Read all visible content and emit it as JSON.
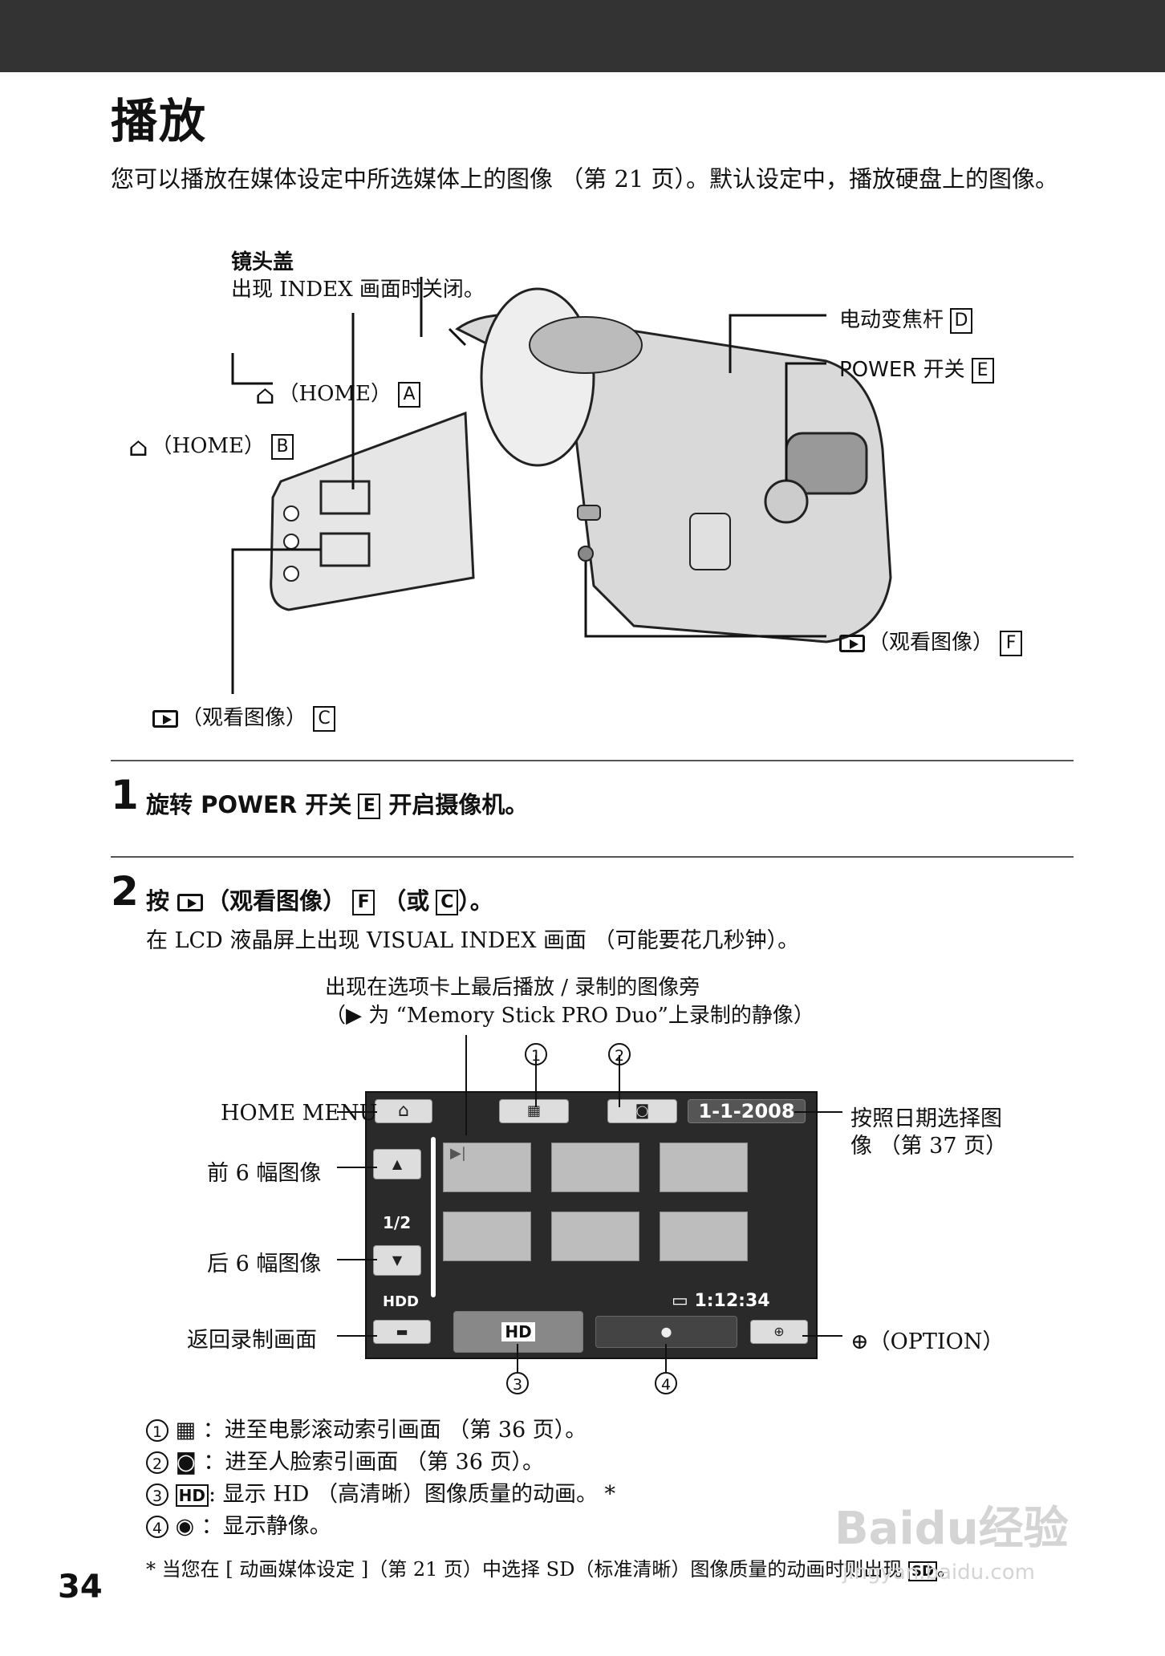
{
  "page": {
    "title": "播放",
    "intro": "您可以播放在媒体设定中所选媒体上的图像 （第 21 页）。默认设定中，播放硬盘上的图像。",
    "page_number": "34"
  },
  "camera_labels": {
    "lens_cap_title": "镜头盖",
    "lens_cap_desc": "出现 INDEX 画面时关闭。",
    "zoom_lever": "电动变焦杆",
    "zoom_letter": "D",
    "power_switch": "POWER 开关",
    "power_letter": "E",
    "home_a": "（HOME）",
    "home_a_letter": "A",
    "home_b": "（HOME）",
    "home_b_letter": "B",
    "view_f": "（观看图像）",
    "view_f_letter": "F",
    "view_c": "（观看图像）",
    "view_c_letter": "C"
  },
  "step1": {
    "number": "1",
    "text_a": "旋转 POWER 开关",
    "letter": "E",
    "text_b": "开启摄像机。"
  },
  "step2": {
    "number": "2",
    "text_a": "按",
    "text_b": "（观看图像）",
    "letter_f": "F",
    "text_c": "（或",
    "letter_c": "C",
    "text_d": "）。",
    "sub": "在 LCD 液晶屏上出现 VISUAL INDEX 画面 （可能要花几秒钟）。"
  },
  "screen": {
    "caption_1": "出现在选项卡上最后播放 / 录制的图像旁",
    "caption_2": "（▶ 为 “Memory Stick PRO Duo”上录制的静像）",
    "home_menu": "HOME MENU",
    "prev_6": "前 6 幅图像",
    "next_6": "后 6 幅图像",
    "return_rec": "返回录制画面",
    "date_select_1": "按照日期选择图",
    "date_select_2": "像 （第 37 页）",
    "option": "（OPTION）",
    "date": "1-1-2008",
    "page_indicator": "1/2",
    "media": "HDD",
    "time": "1:12:34",
    "hd_tab": "HD"
  },
  "legend": [
    {
      "num": "1",
      "icon": "film-roll-icon",
      "text": "：进至电影滚动索引画面 （第 36 页）。"
    },
    {
      "num": "2",
      "icon": "face-index-icon",
      "text": "：进至人脸索引画面 （第 36 页）。"
    },
    {
      "num": "3",
      "icon": "hd-movie-icon",
      "text": ": 显示 HD （高清晰）图像质量的动画。 *"
    },
    {
      "num": "4",
      "icon": "camera-icon",
      "text": "：显示静像。"
    }
  ],
  "footnote": "* 当您在 [ 动画媒体设定 ]（第 21 页）中选择 SD（标准清晰）图像质量的动画时则出现",
  "footnote_icon": "SD",
  "footnote_end": "。",
  "watermark": "Baidu经验",
  "watermark_url": "jingyan.baidu.com"
}
